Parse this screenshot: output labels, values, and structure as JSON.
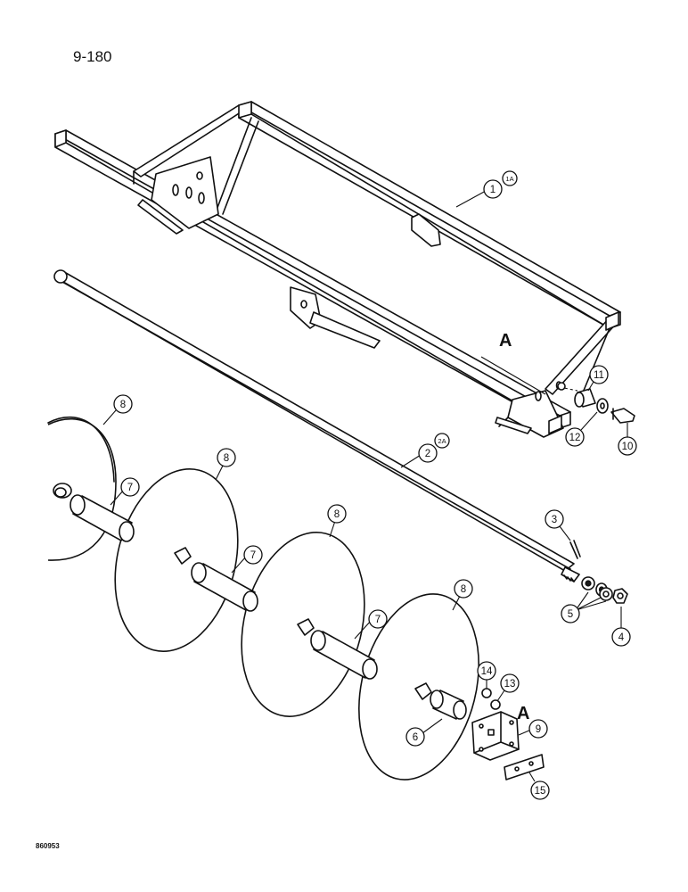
{
  "page_number": "9-180",
  "doc_code": "860953",
  "reference_letters": [
    "A",
    "A"
  ],
  "callouts": [
    "1",
    "1A",
    "2",
    "2A",
    "3",
    "4",
    "5",
    "6",
    "7",
    "7",
    "7",
    "8",
    "8",
    "8",
    "8",
    "9",
    "10",
    "11",
    "12",
    "13",
    "14",
    "15"
  ]
}
